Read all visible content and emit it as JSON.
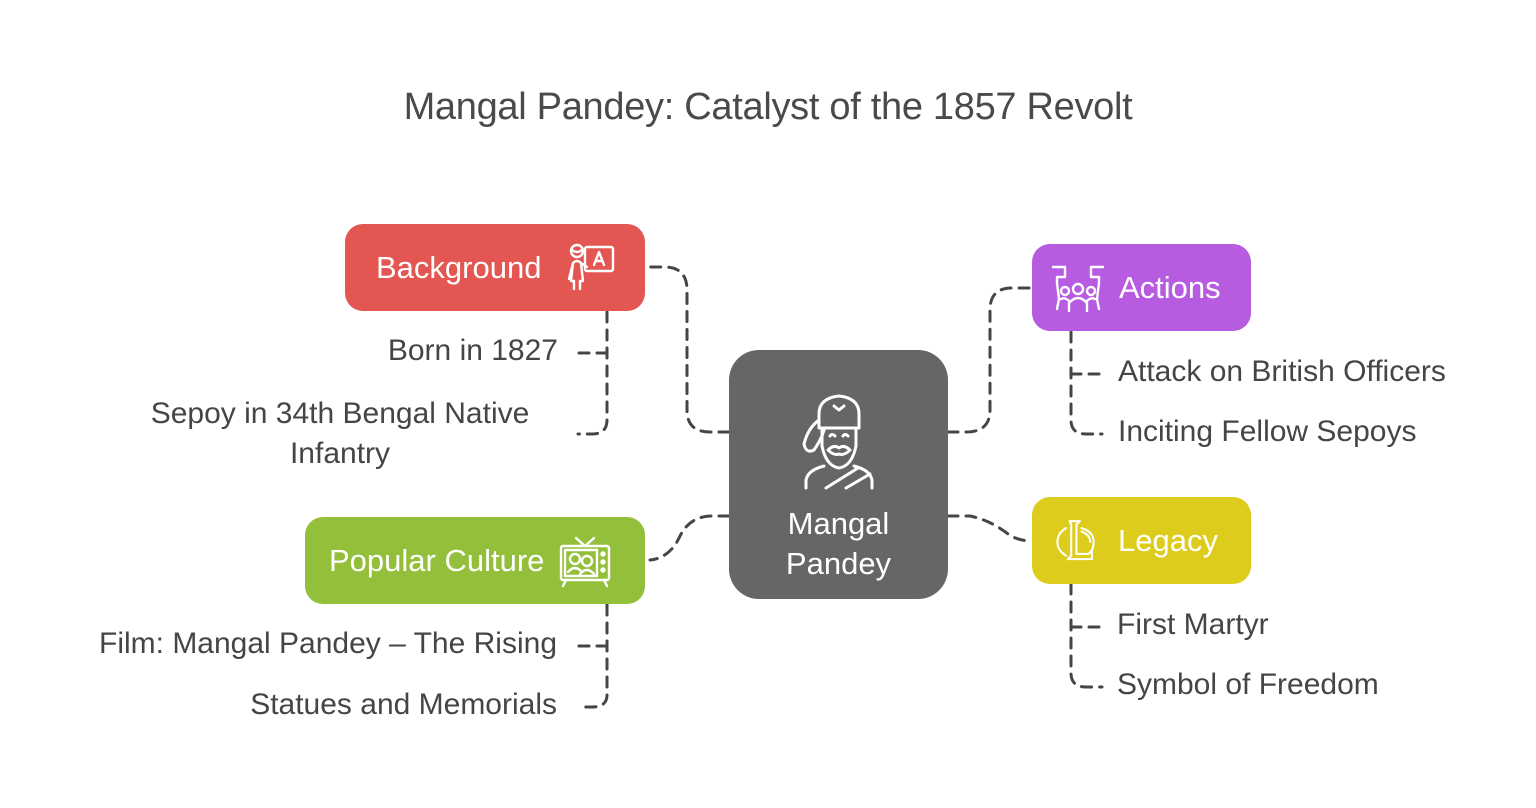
{
  "title": "Mangal Pandey: Catalyst of the 1857 Revolt",
  "center": {
    "label_line1": "Mangal",
    "label_line2": "Pandey",
    "icon": "sepoy-soldier-icon",
    "color": "#666666"
  },
  "branches": {
    "background": {
      "label": "Background",
      "icon": "teacher-board-icon",
      "color": "#E35652",
      "items": [
        "Born in 1827",
        "Sepoy in 34th Bengal Native",
        "Infantry"
      ]
    },
    "actions": {
      "label": "Actions",
      "icon": "protest-group-icon",
      "color": "#B75CE1",
      "items": [
        "Attack on British Officers",
        "Inciting Fellow Sepoys"
      ]
    },
    "popular_culture": {
      "label": "Popular Culture",
      "icon": "television-icon",
      "color": "#93BF3B",
      "items": [
        "Film: Mangal Pandey – The Rising",
        "Statues and Memorials"
      ]
    },
    "legacy": {
      "label": "Legacy",
      "icon": "legacy-l-emblem-icon",
      "color": "#DECC1C",
      "items": [
        "First Martyr",
        "Symbol of Freedom"
      ]
    }
  },
  "colors": {
    "connector": "#454545",
    "text": "#454545"
  }
}
